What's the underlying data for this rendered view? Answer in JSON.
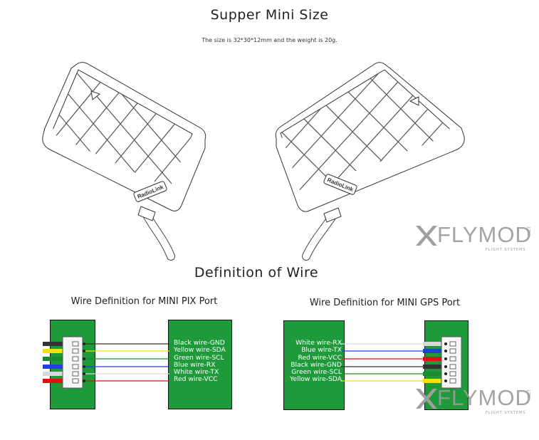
{
  "header": {
    "title": "Supper Mini Size",
    "subtitle": "The size is 32*30*12mm and the weight is 20g."
  },
  "product": {
    "brand_label": "RadioLink"
  },
  "wire_section": {
    "title": "Definition of Wire",
    "pix_port": {
      "title": "Wire Definition for MINI PIX Port",
      "wires": [
        {
          "label": "Black wire-GND",
          "color": "#333333"
        },
        {
          "label": "Yellow wire-SDA",
          "color": "#f2e200"
        },
        {
          "label": "Green wire-SCL",
          "color": "#1a8a2e"
        },
        {
          "label": "Blue wire-RX",
          "color": "#1f3fd6"
        },
        {
          "label": "White wire-TX",
          "color": "#d8d8d8"
        },
        {
          "label": "Red wire-VCC",
          "color": "#e01010"
        }
      ]
    },
    "gps_port": {
      "title": "Wire Definition for MINI GPS Port",
      "wires": [
        {
          "label": "White wire-RX",
          "color": "#d8d8d8"
        },
        {
          "label": "Blue wire-TX",
          "color": "#1f3fd6"
        },
        {
          "label": "Red wire-VCC",
          "color": "#e01010"
        },
        {
          "label": "Black wire-GND",
          "color": "#333333"
        },
        {
          "label": "Green wire-SCL",
          "color": "#1a8a2e"
        },
        {
          "label": "Yellow wire-SDA",
          "color": "#f2e200"
        }
      ]
    }
  },
  "watermark": {
    "text": "FLYMOD",
    "tagline": "FLIGHT SYSTEMS",
    "suffix": ".NET"
  },
  "colors": {
    "board_green": "#1e9a3a"
  }
}
